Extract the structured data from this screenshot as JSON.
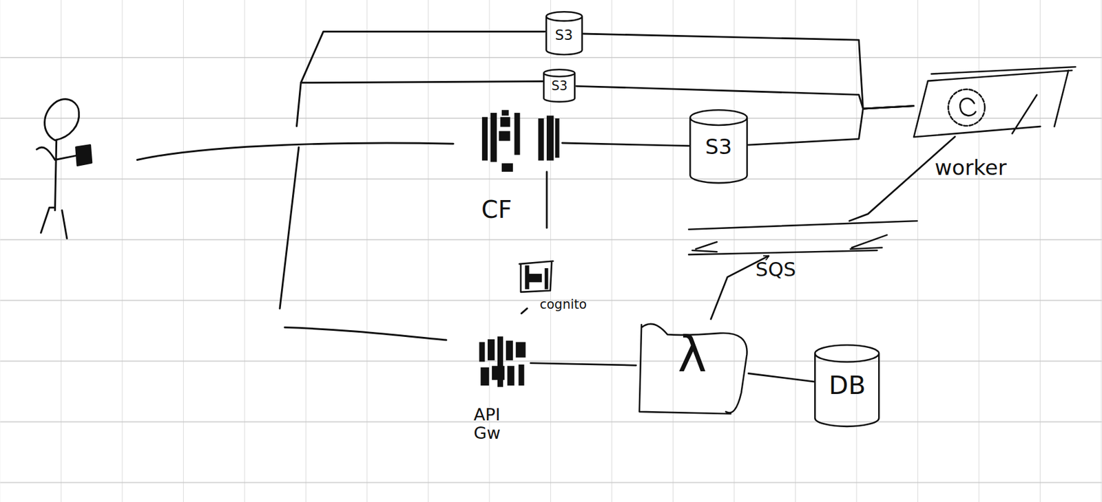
{
  "diagram": {
    "nodes": [
      {
        "text": [
          "S3"
        ]
      },
      {
        "text": [
          "S3"
        ]
      },
      {
        "text": [
          "worker"
        ]
      },
      {
        "text": [
          "CF"
        ]
      },
      {
        "text": [
          "S3"
        ]
      },
      {
        "text": [
          "SQS"
        ]
      },
      {
        "text": [
          "cognito"
        ]
      },
      {
        "text": [
          "API Gw"
        ]
      },
      {
        "text": [
          "λ"
        ]
      },
      {
        "text": [
          "DB"
        ]
      }
    ],
    "edges": [
      {
        "from": 0,
        "to": 2,
        "arrow": "none"
      },
      {
        "from": 1,
        "to": 2,
        "arrow": "none"
      },
      {
        "from": 3,
        "to": 4,
        "arrow": "none"
      },
      {
        "from": 4,
        "to": 2,
        "arrow": "none"
      },
      {
        "from": 5,
        "to": 2,
        "arrow": "none"
      },
      {
        "from": 8,
        "to": 5,
        "arrow": "to"
      },
      {
        "from": 7,
        "to": 8,
        "arrow": "none"
      },
      {
        "from": 8,
        "to": 9,
        "arrow": "none"
      }
    ]
  }
}
